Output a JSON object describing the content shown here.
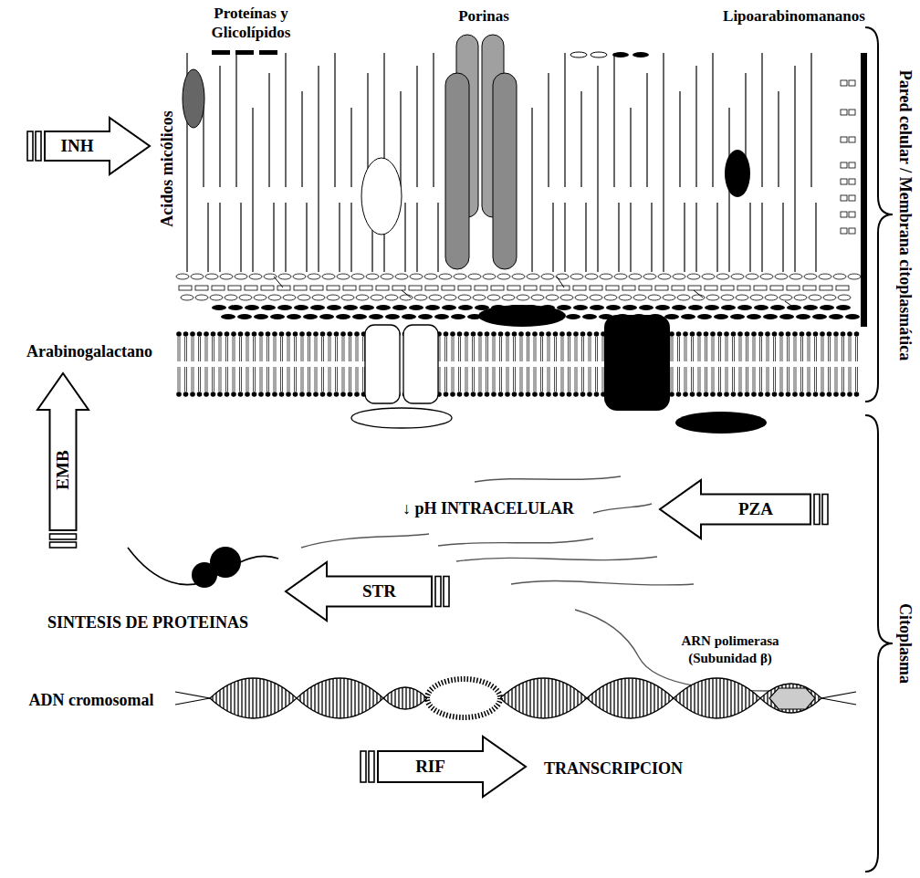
{
  "diagram": {
    "nodes": [
      {
        "text": [
          "INH"
        ]
      },
      {
        "text": [
          "EMB"
        ]
      },
      {
        "text": [
          "PZA"
        ]
      },
      {
        "text": [
          "STR"
        ]
      },
      {
        "text": [
          "RIF"
        ]
      }
    ],
    "labels": [
      "Proteínas y Glicolípidos",
      "Porinas",
      "Lipoarabinomananos",
      "Pared celular / Membrana citoplasmática",
      "Acidos micólicos",
      "Arabinogalactano",
      "↓ pH INTRACELULAR",
      "SINTESIS DE PROTEINAS",
      "Citoplasma",
      "ARN polimerasa (Subunidad β)",
      "ADN cromosomal",
      "TRANSCRIPCION"
    ]
  }
}
